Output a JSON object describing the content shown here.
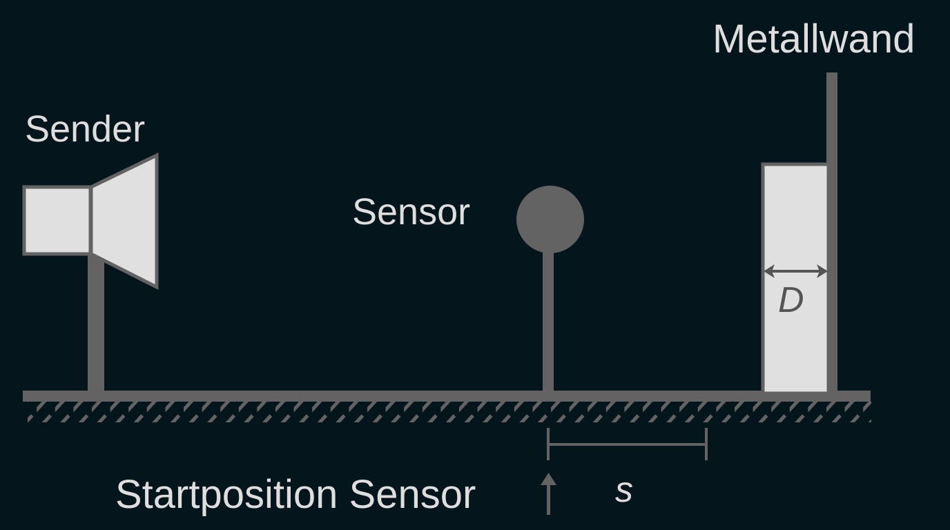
{
  "labels": {
    "sender": "Sender",
    "sensor": "Sensor",
    "wall": "Metallwand",
    "thickness": "D",
    "distance": "s",
    "start_position": "Startposition Sensor"
  },
  "colors": {
    "background": "#04151b",
    "structure": "#636363",
    "fill_light": "#e0e0e0",
    "text": "#dedede"
  }
}
